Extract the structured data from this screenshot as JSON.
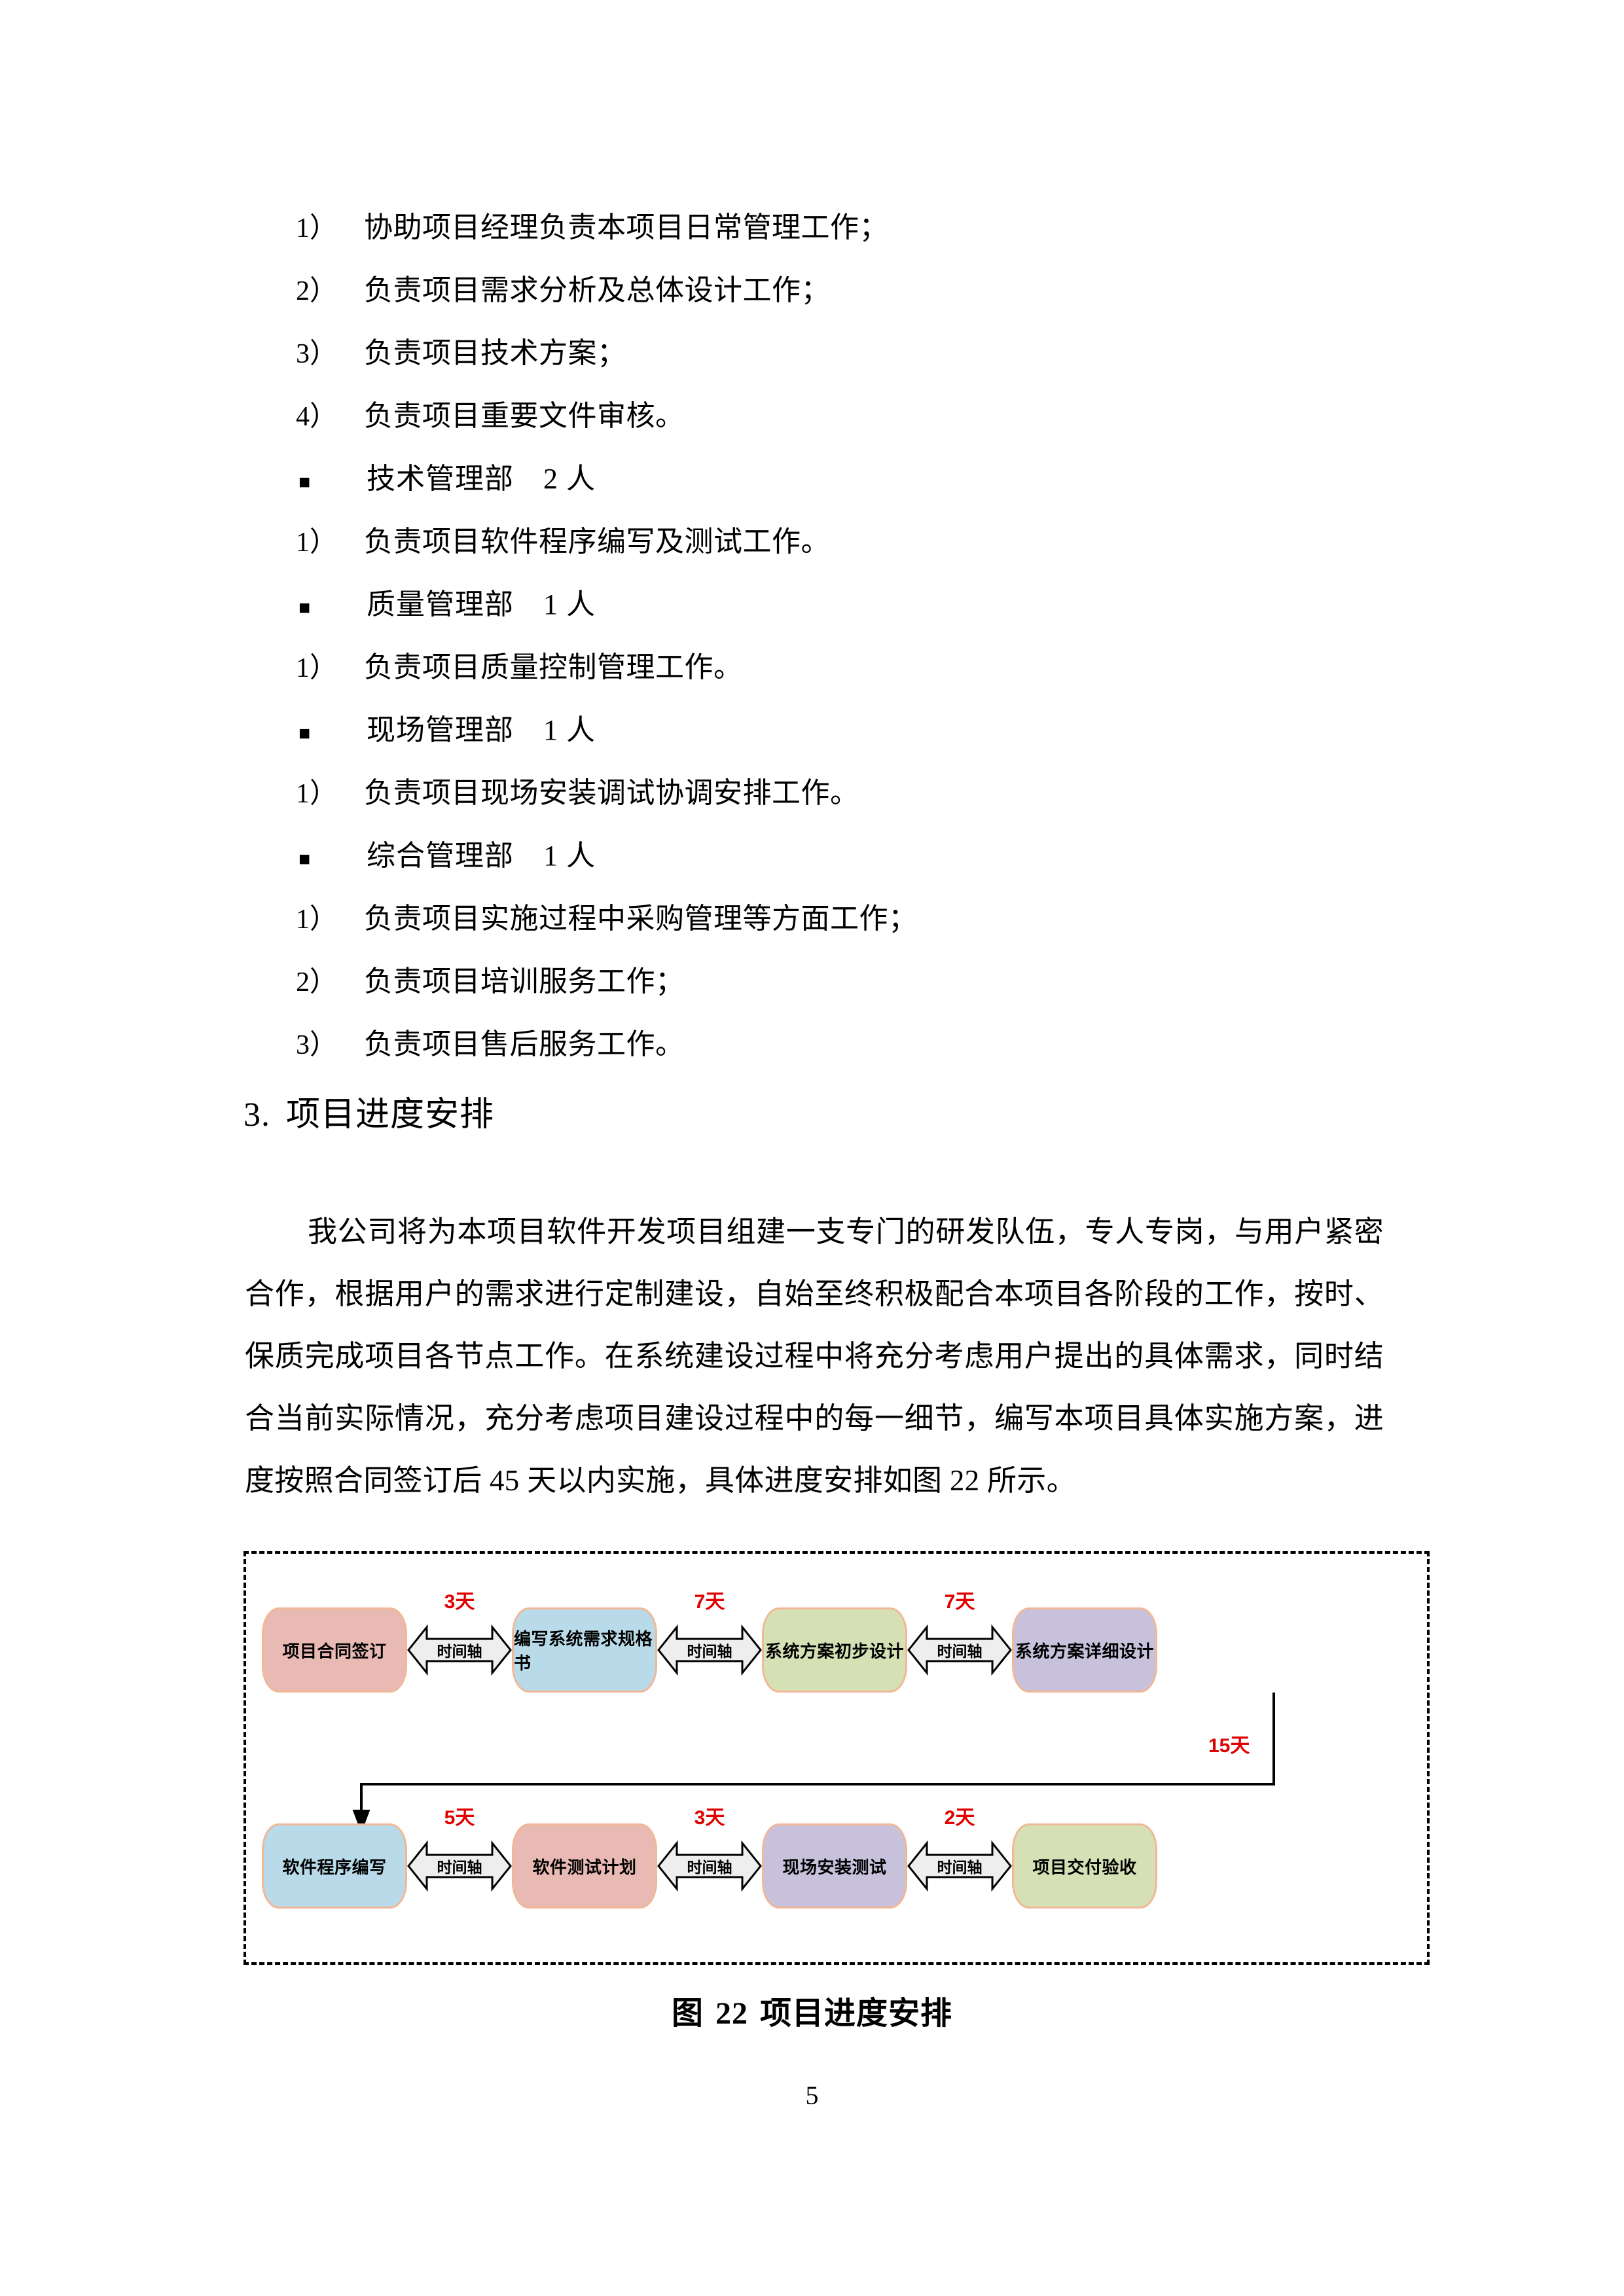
{
  "list": {
    "items": [
      {
        "marker": "1）",
        "text": "协助项目经理负责本项目日常管理工作；",
        "type": "number"
      },
      {
        "marker": "2）",
        "text": "负责项目需求分析及总体设计工作；",
        "type": "number"
      },
      {
        "marker": "3）",
        "text": "负责项目技术方案；",
        "type": "number"
      },
      {
        "marker": "4）",
        "text": "负责项目重要文件审核。",
        "type": "number"
      },
      {
        "marker": "■",
        "text": "技术管理部　2 人",
        "type": "bullet"
      },
      {
        "marker": "1）",
        "text": "负责项目软件程序编写及测试工作。",
        "type": "number"
      },
      {
        "marker": "■",
        "text": "质量管理部　1 人",
        "type": "bullet"
      },
      {
        "marker": "1）",
        "text": "负责项目质量控制管理工作。",
        "type": "number"
      },
      {
        "marker": "■",
        "text": "现场管理部　1 人",
        "type": "bullet"
      },
      {
        "marker": "1）",
        "text": "负责项目现场安装调试协调安排工作。",
        "type": "number"
      },
      {
        "marker": "■",
        "text": "综合管理部　1 人",
        "type": "bullet"
      },
      {
        "marker": "1）",
        "text": "负责项目实施过程中采购管理等方面工作；",
        "type": "number"
      },
      {
        "marker": "2）",
        "text": "负责项目培训服务工作；",
        "type": "number"
      },
      {
        "marker": "3）",
        "text": "负责项目售后服务工作。",
        "type": "number"
      }
    ]
  },
  "heading": {
    "number": "3.",
    "title": "项目进度安排"
  },
  "paragraph": {
    "text": "我公司将为本项目软件开发项目组建一支专门的研发队伍，专人专岗，与用户紧密合作，根据用户的需求进行定制建设，自始至终积极配合本项目各阶段的工作，按时、保质完成项目各节点工作。在系统建设过程中将充分考虑用户提出的具体需求，同时结合当前实际情况，充分考虑项目建设过程中的每一细节，编写本项目具体实施方案，进度按照合同签订后 45 天以内实施，具体进度安排如图 22 所示。"
  },
  "figure": {
    "connector_label": "时间轴",
    "rows": [
      {
        "nodes": [
          {
            "label": "项目合同签订",
            "color": "#e9b9b4"
          },
          {
            "label": "编写系统需求规格书",
            "color": "#b9dbe9"
          },
          {
            "label": "系统方案初步设计",
            "color": "#d6e0b5"
          },
          {
            "label": "系统方案详细设计",
            "color": "#c7c1dc"
          }
        ],
        "connectors": [
          {
            "days": "3天"
          },
          {
            "days": "7天"
          },
          {
            "days": "7天"
          }
        ]
      },
      {
        "nodes": [
          {
            "label": "软件程序编写",
            "color": "#b9dbe9"
          },
          {
            "label": "软件测试计划",
            "color": "#e9b9b4"
          },
          {
            "label": "现场安装测试",
            "color": "#c7c1dc"
          },
          {
            "label": "项目交付验收",
            "color": "#d6e0b5"
          }
        ],
        "connectors": [
          {
            "days": "5天"
          },
          {
            "days": "3天"
          },
          {
            "days": "2天"
          }
        ]
      }
    ],
    "elbow_days": "15天",
    "border_color": "#000000",
    "days_color": "#e00000",
    "node_border_color": "#f0b896"
  },
  "caption": {
    "prefix": "图",
    "number": "22",
    "title": "项目进度安排"
  },
  "page_number": "5"
}
